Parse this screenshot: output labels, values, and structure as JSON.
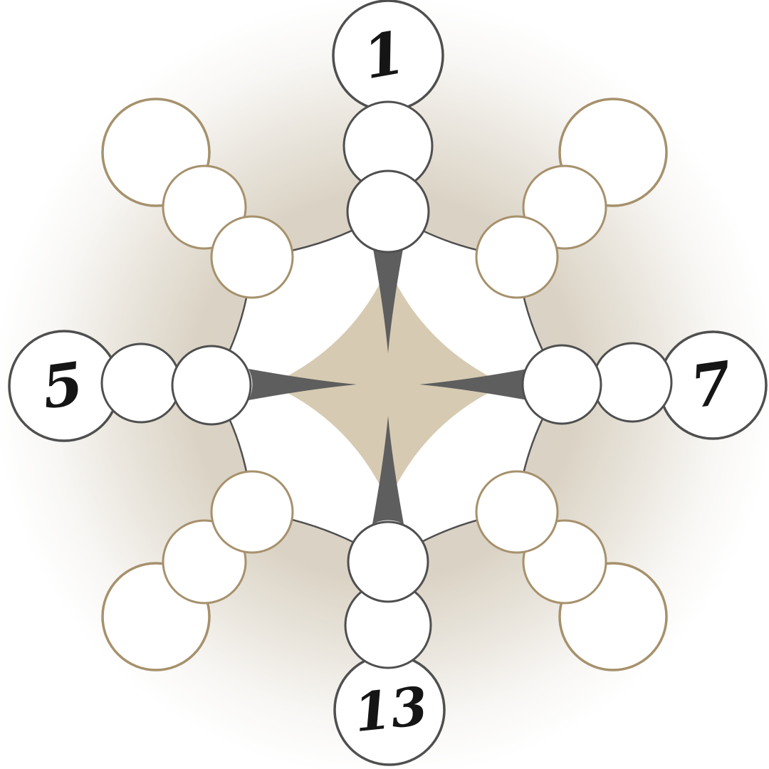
{
  "board": {
    "given_values": {
      "top": "1",
      "right": "7",
      "bottom": "13",
      "left": "5"
    },
    "colors": {
      "glow": "#b6a78b",
      "star_fill": "#d6cbb2",
      "spike_fill": "#5e5e5e",
      "dark_cell_stroke": "#4f4f4f",
      "tan_cell_stroke": "#a6916c",
      "value_ink": "#151515",
      "cell_fill": "#ffffff"
    }
  }
}
